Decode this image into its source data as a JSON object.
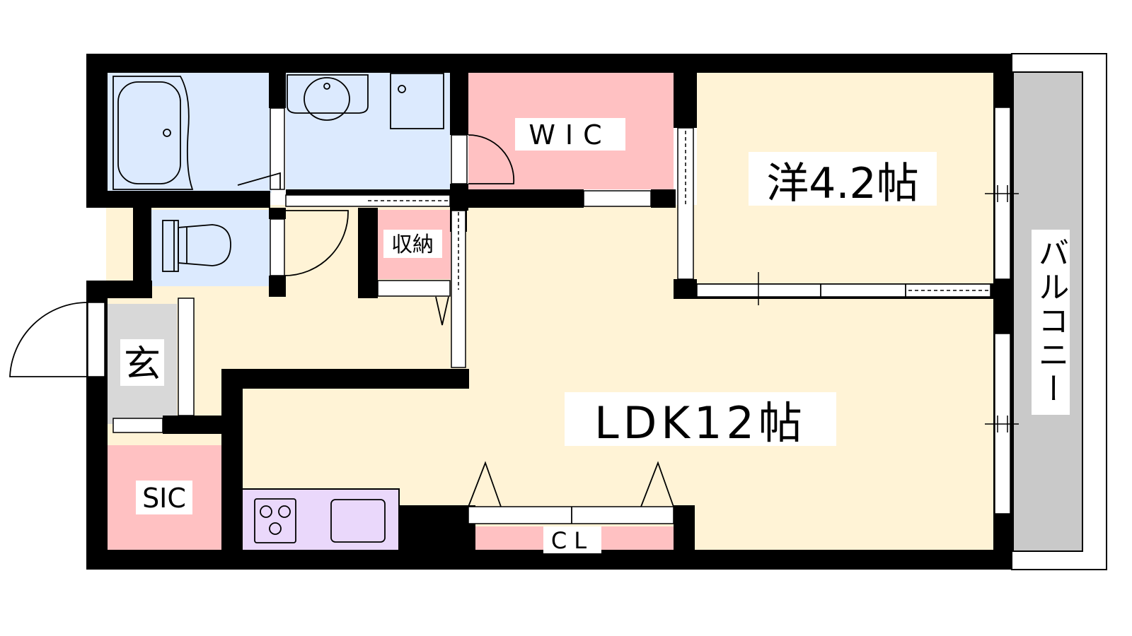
{
  "labels": {
    "wic": "WIC",
    "western_room": "洋4.2帖",
    "storage": "収納",
    "entrance": "玄",
    "ldk": "LDK12帖",
    "sic": "SIC",
    "closet": "CL",
    "balcony": "バルコニー"
  },
  "colors": {
    "wall": "#000000",
    "bath": "#dceafe",
    "storage_pink": "#ffc1c2",
    "living": "#fff3d6",
    "entrance": "#d8d8d8",
    "kitchen": "#ead8fb",
    "balcony": "#c9c9c9"
  }
}
